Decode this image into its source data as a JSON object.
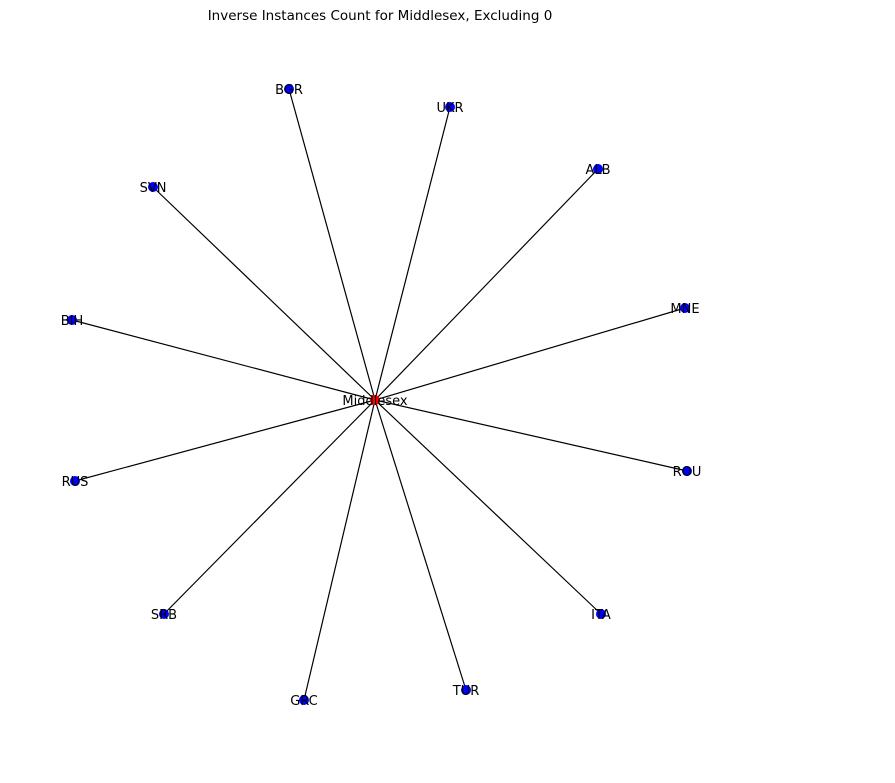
{
  "title": "Inverse Instances Count for Middlesex, Excluding 0",
  "colors": {
    "center_node": "#ff0000",
    "leaf_node": "#0000ff",
    "edge": "#000000",
    "background": "#ffffff"
  },
  "graph": {
    "center": "Middlesex",
    "nodes": [
      "BGR",
      "UKR",
      "ALB",
      "MNE",
      "ROU",
      "ITA",
      "TUR",
      "GRC",
      "SRB",
      "RUS",
      "BIH",
      "SVN"
    ]
  }
}
